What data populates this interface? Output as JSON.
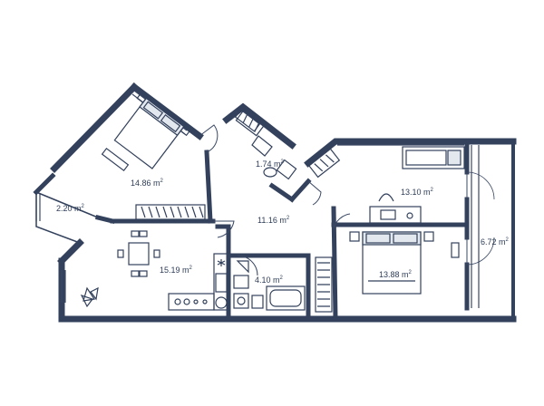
{
  "colors": {
    "wall": "#33415c",
    "line": "#3a4863",
    "fill": "#ffffff",
    "accent": "#e3e7ee"
  },
  "rooms": [
    {
      "id": "bedroom-1",
      "area": "14.86",
      "unit": "m",
      "sup": "2"
    },
    {
      "id": "bathroom-small",
      "area": "1.74",
      "unit": "m",
      "sup": "2"
    },
    {
      "id": "balcony-left",
      "area": "2.20",
      "unit": "m",
      "sup": "2"
    },
    {
      "id": "hallway",
      "area": "11.16",
      "unit": "m",
      "sup": "2"
    },
    {
      "id": "kitchen-living",
      "area": "15.19",
      "unit": "m",
      "sup": "2"
    },
    {
      "id": "bathroom",
      "area": "4.10",
      "unit": "m",
      "sup": "2"
    },
    {
      "id": "room-study",
      "area": "13.10",
      "unit": "m",
      "sup": "2"
    },
    {
      "id": "bedroom-2",
      "area": "13.88",
      "unit": "m",
      "sup": "2"
    },
    {
      "id": "balcony-right",
      "area": "6.72",
      "unit": "m",
      "sup": "2"
    }
  ],
  "icons": [
    "bed-icon",
    "dining-table-icon",
    "sofa-icon",
    "bathtub-icon",
    "toilet-icon",
    "sink-icon",
    "wardrobe-icon",
    "desk-icon",
    "plant-icon",
    "stove-icon",
    "fridge-icon"
  ]
}
